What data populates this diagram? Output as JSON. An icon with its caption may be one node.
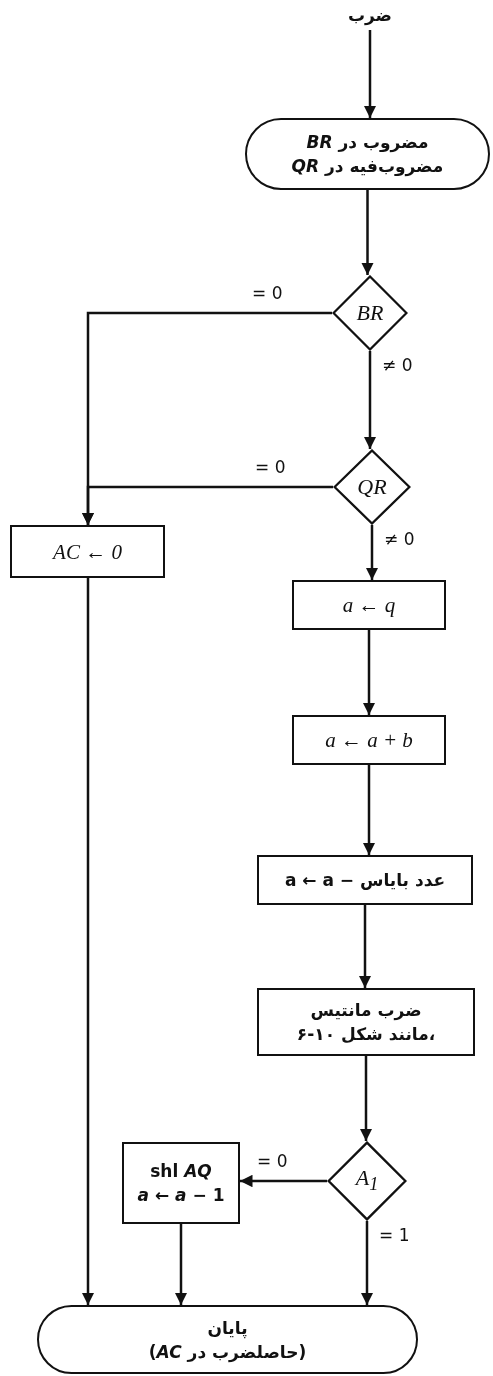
{
  "diagram": {
    "nodes": [
      {
        "text": [
          "ضرب"
        ]
      },
      {
        "text": [
          "مضروب در *BR*",
          "مضروب‌فیه در *QR*"
        ]
      },
      {
        "text": [
          "BR"
        ]
      },
      {
        "text": [
          "QR"
        ]
      },
      {
        "text": [
          "AC ← 0"
        ]
      },
      {
        "text": [
          "a ← q"
        ]
      },
      {
        "text": [
          "a ← a + b"
        ]
      },
      {
        "text": [
          "a ← a − عدد بایاس"
        ]
      },
      {
        "text": [
          "ضرب مانتیس",
          "،مانند شکل ۱۰-۶"
        ]
      },
      {
        "text": [
          "A$_{1}$"
        ]
      },
      {
        "text": [
          "shl *AQ*",
          "*a* ← *a* − 1"
        ]
      },
      {
        "text": [
          "پایان",
          "(حاصلضرب در *AC*)"
        ]
      }
    ],
    "edges": [
      {
        "from": 0,
        "to": 1,
        "arrow": "to"
      },
      {
        "from": 1,
        "to": 2,
        "arrow": "to"
      },
      {
        "from": 2,
        "to": 4,
        "arrow": "to",
        "label": "= 0"
      },
      {
        "from": 2,
        "to": 3,
        "arrow": "to",
        "label": "≠ 0"
      },
      {
        "from": 3,
        "to": 4,
        "arrow": "to",
        "label": "= 0"
      },
      {
        "from": 3,
        "to": 5,
        "arrow": "to",
        "label": "≠ 0"
      },
      {
        "from": 4,
        "to": 11,
        "arrow": "to"
      },
      {
        "from": 5,
        "to": 6,
        "arrow": "to"
      },
      {
        "from": 6,
        "to": 7,
        "arrow": "to"
      },
      {
        "from": 7,
        "to": 8,
        "arrow": "to"
      },
      {
        "from": 8,
        "to": 9,
        "arrow": "to"
      },
      {
        "from": 9,
        "to": 10,
        "arrow": "to",
        "label": "= 0"
      },
      {
        "from": 9,
        "to": 11,
        "arrow": "to",
        "label": "= 1"
      },
      {
        "from": 10,
        "to": 11,
        "arrow": "to"
      }
    ]
  }
}
